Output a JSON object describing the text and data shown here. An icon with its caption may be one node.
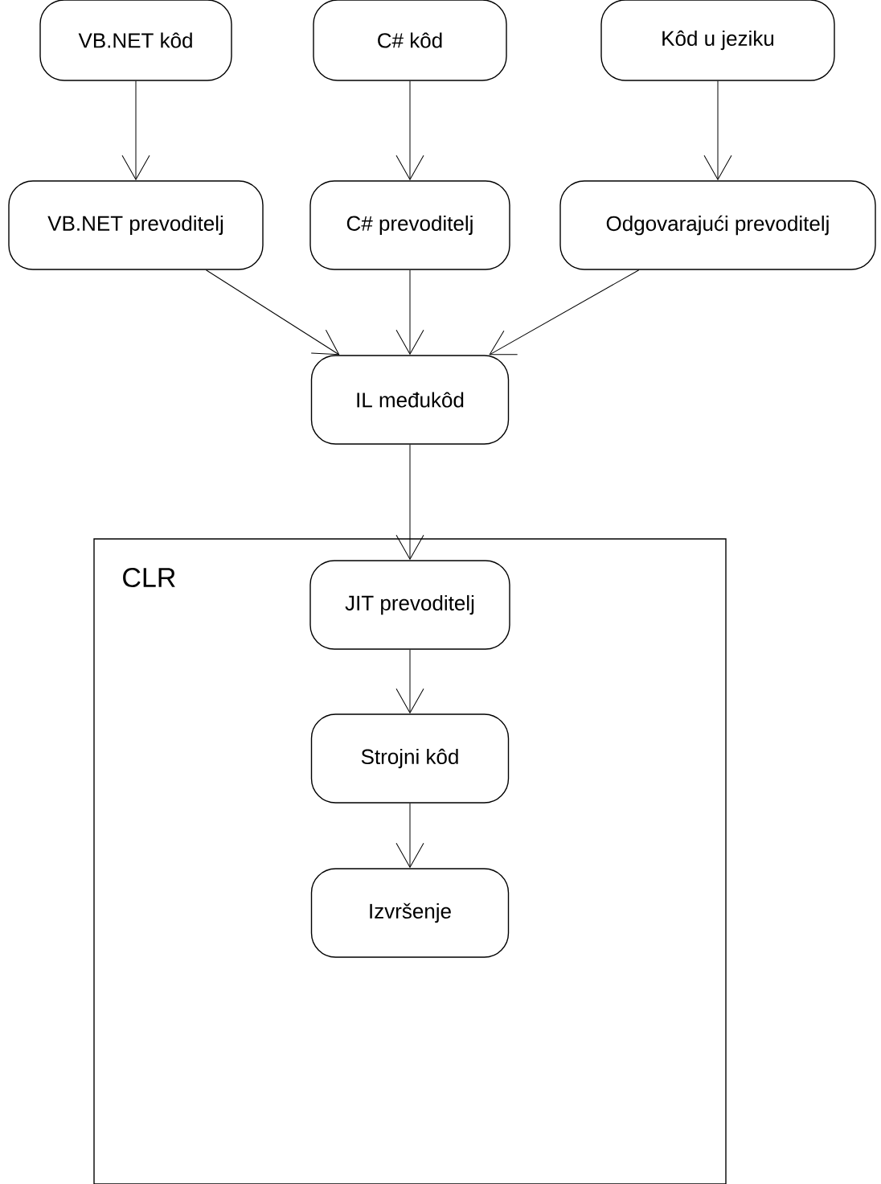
{
  "diagram": {
    "nodes": [
      {
        "text": [
          "VB.NET kôd"
        ]
      },
      {
        "text": [
          "C# kôd"
        ]
      },
      {
        "text": [
          "Kôd u jeziku"
        ]
      },
      {
        "text": [
          "VB.NET prevoditelj"
        ]
      },
      {
        "text": [
          "C# prevoditelj"
        ]
      },
      {
        "text": [
          "Odgovarajući prevoditelj"
        ]
      },
      {
        "text": [
          "IL međukôd"
        ]
      },
      {
        "text": [
          "CLR"
        ]
      },
      {
        "text": [
          "JIT prevoditelj"
        ],
        "in": 7
      },
      {
        "text": [
          "Strojni kôd"
        ],
        "in": 7
      },
      {
        "text": [
          "Izvršenje"
        ],
        "in": 7
      }
    ],
    "edges": [
      {
        "from": 0,
        "to": 3,
        "arrow": "to"
      },
      {
        "from": 1,
        "to": 4,
        "arrow": "to"
      },
      {
        "from": 2,
        "to": 5,
        "arrow": "to"
      },
      {
        "from": 3,
        "to": 6,
        "arrow": "to"
      },
      {
        "from": 4,
        "to": 6,
        "arrow": "to"
      },
      {
        "from": 5,
        "to": 6,
        "arrow": "to"
      },
      {
        "from": 6,
        "to": 8,
        "arrow": "to"
      },
      {
        "from": 8,
        "to": 9,
        "arrow": "to"
      },
      {
        "from": 9,
        "to": 10,
        "arrow": "to"
      }
    ]
  }
}
